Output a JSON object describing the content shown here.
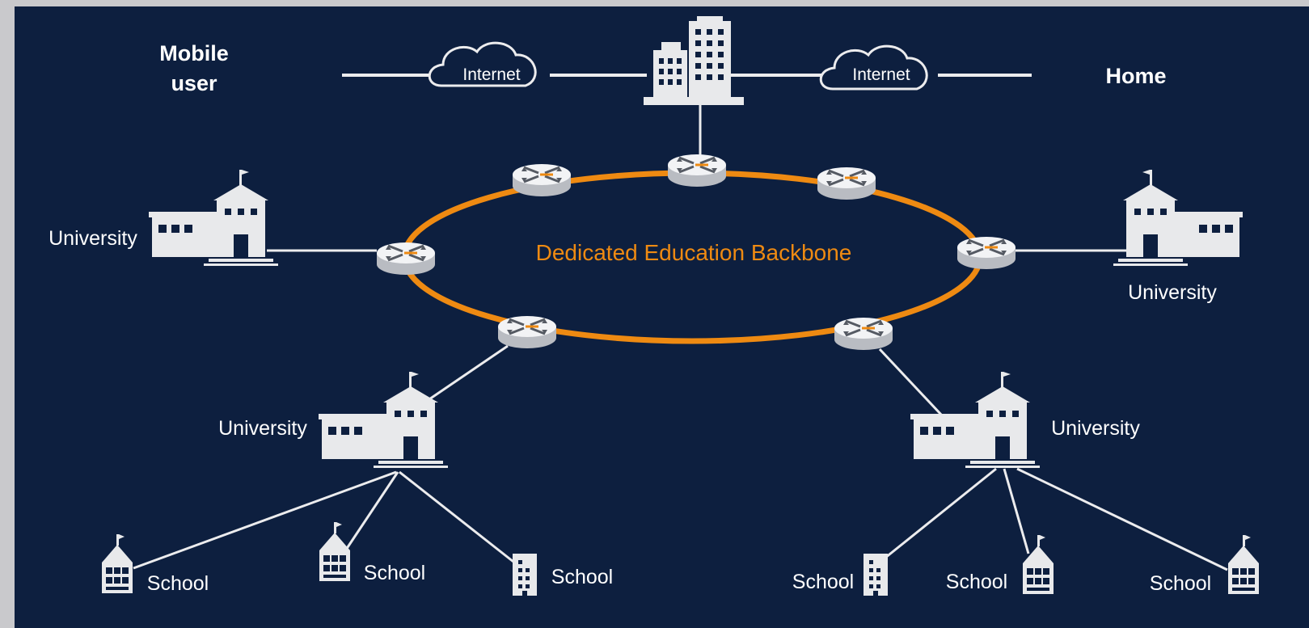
{
  "diagram": {
    "backbone_label": "Dedicated Education Backbone",
    "labels": {
      "mobile_user_line1": "Mobile",
      "mobile_user_line2": "user",
      "home": "Home",
      "internet_left": "Internet",
      "internet_right": "Internet",
      "university_left": "University",
      "university_right": "University",
      "university_bottom_left": "University",
      "university_bottom_right": "University",
      "school_1": "School",
      "school_2": "School",
      "school_3": "School",
      "school_4": "School",
      "school_5": "School",
      "school_6": "School"
    },
    "colors": {
      "background": "#0d1f3f",
      "backbone": "#ee8a12",
      "icons": "#e8e9eb"
    }
  }
}
